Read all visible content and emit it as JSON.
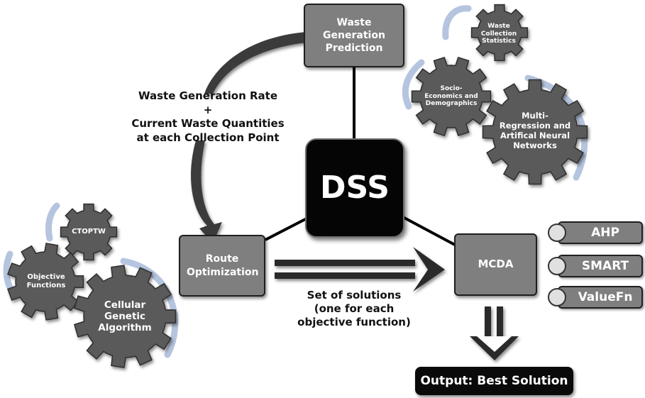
{
  "center": {
    "label": "DSS"
  },
  "waste_generation_prediction": {
    "label": "Waste Generation Prediction"
  },
  "route_optimization": {
    "label": "Route Optimization"
  },
  "mcda": {
    "label": "MCDA"
  },
  "output": {
    "label": "Output: Best Solution"
  },
  "flow_label_top": {
    "line1": "Waste Generation Rate",
    "line2": "+",
    "line3": "Current Waste Quantities",
    "line4": "at each Collection Point"
  },
  "flow_label_bottom": {
    "line1": "Set of solutions",
    "line2": "(one for each",
    "line3": "objective function)"
  },
  "prediction_gears": [
    {
      "label": "Waste Collection Statistics"
    },
    {
      "label": "Socio-Economics and Demographics"
    },
    {
      "label": "Multi-Regression and Artifical Neural Networks"
    }
  ],
  "optimization_gears": [
    {
      "label": "CTOPTW"
    },
    {
      "label": "Objective Functions"
    },
    {
      "label": "Cellular Genetic Algorithm"
    }
  ],
  "mcda_methods": [
    {
      "label": "AHP"
    },
    {
      "label": "SMART"
    },
    {
      "label": "ValueFn"
    }
  ],
  "colors": {
    "box_fill": "#7f7f7f",
    "dark": "#050505",
    "gear_fill": "#5a5a5a",
    "orbit_arrow": "#aebfdc"
  },
  "icons": [
    "gear-icon",
    "curved-arrow-icon",
    "double-arrow-icon"
  ]
}
